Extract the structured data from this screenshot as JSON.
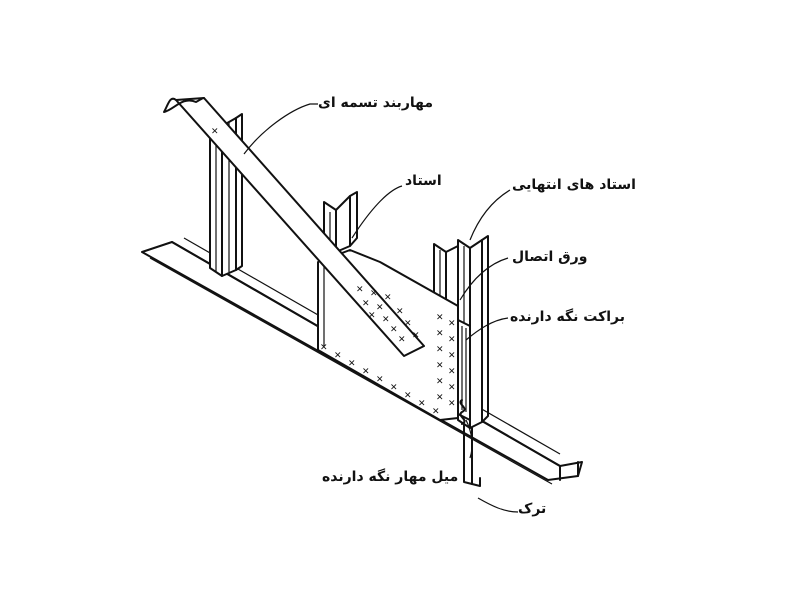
{
  "labels": {
    "strap_bracing": "مهاربند تسمه ای",
    "stud": "استاد",
    "end_studs": "استاد های انتهایی",
    "gusset_plate": "ورق اتصال",
    "holdown_bracket": "براکت نگه دارنده",
    "anchor_bolt": "میل مهار نگه دارنده",
    "track": "ترک"
  },
  "colors": {
    "line": "#111111",
    "background": "#ffffff"
  }
}
